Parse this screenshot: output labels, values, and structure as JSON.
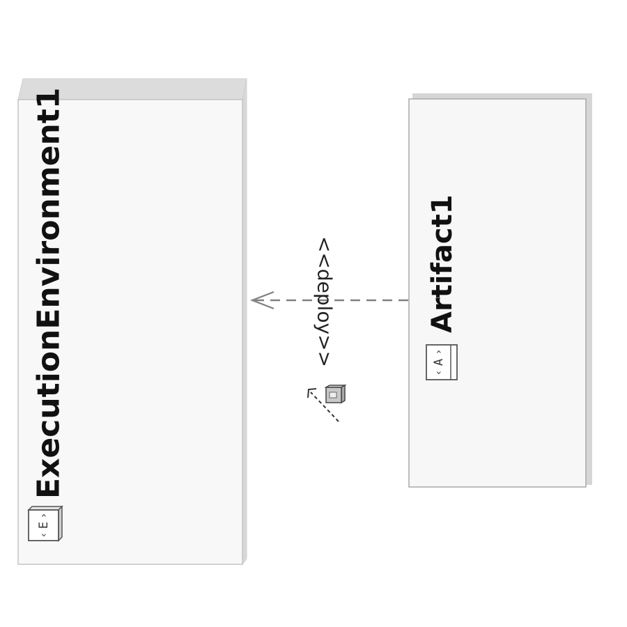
{
  "diagram": {
    "nodes": [
      {
        "id": "execution-environment",
        "name": "ExecutionEnvironment1",
        "kind": "execution-environment",
        "icon": "execution-environment-icon",
        "icon_letter": "E"
      },
      {
        "id": "artifact",
        "name": "Artifact1",
        "kind": "artifact",
        "icon": "artifact-icon",
        "icon_letter": "A"
      }
    ],
    "edges": [
      {
        "id": "deploy-dependency",
        "from": "artifact",
        "to": "execution-environment",
        "stereotype": "<<deploy>>",
        "line_style": "dashed",
        "arrow": "open-arrowhead",
        "decoration_icon": "deployment-icon"
      }
    ],
    "colors": {
      "node_fill": "#f8f8f8",
      "node_border": "#b4b4b4",
      "node_shadow": "#d8d8d8",
      "edge": "#808080",
      "text": "#111111"
    }
  }
}
